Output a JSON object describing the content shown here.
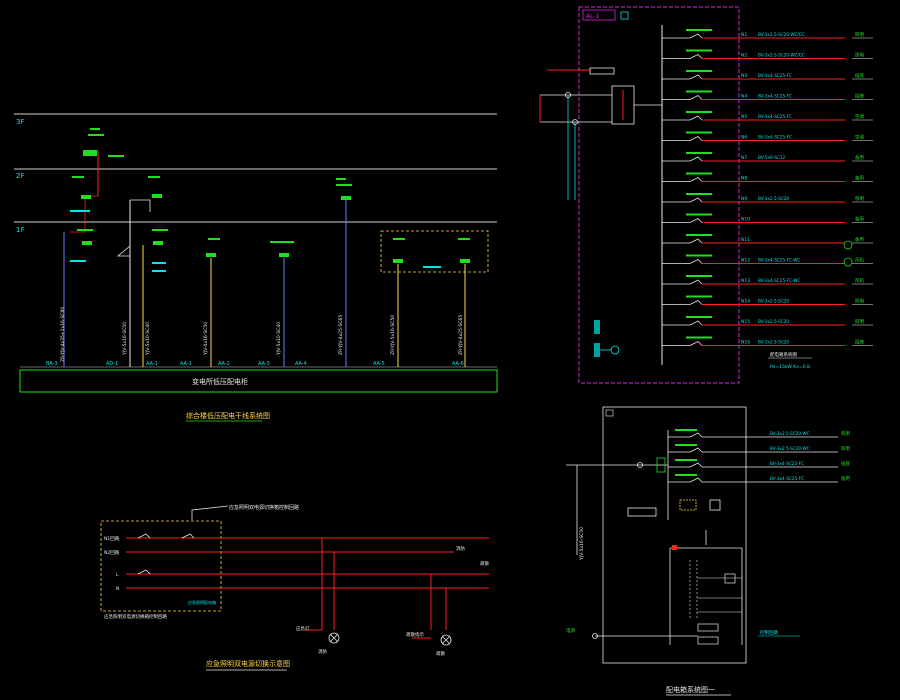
{
  "drawing": {
    "background": "#000000",
    "colors": {
      "grid": "#cfcfcf",
      "red": "#ff2020",
      "cyan": "#00e5e5",
      "green": "#1fe01f",
      "yellow": "#ffd84a",
      "magenta": "#e020e0",
      "white": "#e8e8e8",
      "blue": "#6a7cff"
    },
    "riser": {
      "floors": [
        "3F",
        "2F",
        "1F"
      ],
      "bus_label": "变电所低压配电柜",
      "caption": "综合楼低压配电干线系统图",
      "bottom_tags": [
        "BA-3",
        "AD-1",
        "AA-1",
        "AA-1",
        "AA-2",
        "AA-3",
        "AA-4",
        "AA-5",
        "AA-6"
      ],
      "branch_texts": [
        "ZR-YJV-4x35+1x16-SC80",
        "YJV-5x16-SC50",
        "YJV-5x10-SC40",
        "YJV-4x16-SC50",
        "YJV-5x10-SC40",
        "ZR-YJV-4x25-SC65",
        "ZR-YJV-5x16-SC50"
      ]
    },
    "control": {
      "caption": "应急照明双电源切换示意图",
      "note_top": "应急照明双电源切换箱控制回路",
      "note_bottom": "应急照明配电箱",
      "feeders": [
        "N1回路",
        "N2回路",
        "L",
        "N"
      ],
      "lamp_labels": [
        "应急灯",
        "疏散指示"
      ],
      "lamp_tags": [
        "消防",
        "疏散"
      ]
    },
    "main_panel": {
      "title": "AL-1",
      "circuits": [
        {
          "no": "N1",
          "text": "BV-3x2.5-SC20-WC/CC",
          "dest": "照明"
        },
        {
          "no": "N2",
          "text": "BV-3x2.5-SC20-WC/CC",
          "dest": "照明"
        },
        {
          "no": "N3",
          "text": "BV-3x4-SC25-FC",
          "dest": "插座"
        },
        {
          "no": "N4",
          "text": "BV-3x4-SC25-FC",
          "dest": "插座"
        },
        {
          "no": "N5",
          "text": "BV-3x4-SC25-FC",
          "dest": "空调"
        },
        {
          "no": "N6",
          "text": "BV-3x4-SC25-FC",
          "dest": "空调"
        },
        {
          "no": "N7",
          "text": "BV-5x6-SC32",
          "dest": "备用"
        },
        {
          "no": "N8",
          "text": "",
          "dest": "备用"
        },
        {
          "no": "N9",
          "text": "BV-3x2.5-SC20",
          "dest": "照明"
        },
        {
          "no": "N10",
          "text": "",
          "dest": "备用"
        },
        {
          "no": "N11",
          "text": "",
          "dest": "备用"
        },
        {
          "no": "N12",
          "text": "BV-3x4-SC25-FC-WC",
          "dest": "风机"
        },
        {
          "no": "N13",
          "text": "BV-3x4-SC25-FC-WC",
          "dest": "风机"
        },
        {
          "no": "N14",
          "text": "BV-3x2.5-SC20",
          "dest": "照明"
        },
        {
          "no": "N15",
          "text": "BV-3x2.5-SC20",
          "dest": "照明"
        },
        {
          "no": "N16",
          "text": "BV-3x2.5-SC20",
          "dest": "插座"
        }
      ],
      "note": "配电箱系统图",
      "note2": "Pe=15kW Kx=0.8"
    },
    "small_panel": {
      "caption": "配电箱系统图一",
      "input": "YJV-5x16-SC50",
      "circuits": [
        {
          "text": "BV-3x2.5-SC20-WC",
          "dest": "照明"
        },
        {
          "text": "BV-3x2.5-SC20-WC",
          "dest": "照明"
        },
        {
          "text": "BV-3x4-SC25-FC",
          "dest": "插座"
        },
        {
          "text": "BV-3x4-SC25-FC",
          "dest": "备用"
        }
      ],
      "left_label": "电源",
      "right_note": "控制回路"
    }
  }
}
